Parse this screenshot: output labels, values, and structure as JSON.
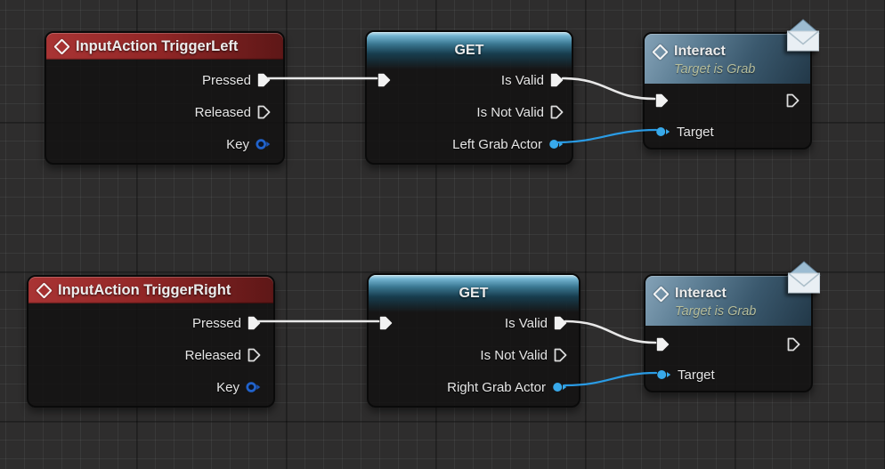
{
  "app": "unreal-blueprint-graph",
  "colors": {
    "background": "#2e2d2d",
    "event_header": "#9e2b2b",
    "get_header": "#74b5d2",
    "interact_header": "#5d7e94",
    "exec_wire": "#e8e8e8",
    "data_wire": "#2a9be4",
    "object_pin": "#38a9ea",
    "key_pin": "#2163cc",
    "subtitle_text": "#b5bd9c"
  },
  "nodes": {
    "trigger_left": {
      "title": "InputAction TriggerLeft",
      "pressed": "Pressed",
      "released": "Released",
      "key": "Key"
    },
    "get_left": {
      "title": "GET",
      "is_valid": "Is Valid",
      "is_not_valid": "Is Not Valid",
      "actor": "Left Grab Actor"
    },
    "interact_left": {
      "title": "Interact",
      "subtitle": "Target is Grab",
      "target": "Target"
    },
    "trigger_right": {
      "title": "InputAction TriggerRight",
      "pressed": "Pressed",
      "released": "Released",
      "key": "Key"
    },
    "get_right": {
      "title": "GET",
      "is_valid": "Is Valid",
      "is_not_valid": "Is Not Valid",
      "actor": "Right Grab Actor"
    },
    "interact_right": {
      "title": "Interact",
      "subtitle": "Target is Grab",
      "target": "Target"
    }
  },
  "wires": [
    {
      "from": "InputAction TriggerLeft.Pressed",
      "to": "GET.exec-in",
      "type": "exec"
    },
    {
      "from": "GET.Is Valid",
      "to": "Interact.exec-in",
      "type": "exec"
    },
    {
      "from": "GET.Left Grab Actor",
      "to": "Interact.Target",
      "type": "data"
    },
    {
      "from": "InputAction TriggerRight.Pressed",
      "to": "GET.exec-in",
      "type": "exec"
    },
    {
      "from": "GET.Is Valid",
      "to": "Interact.exec-in",
      "type": "exec"
    },
    {
      "from": "GET.Right Grab Actor",
      "to": "Interact.Target",
      "type": "data"
    }
  ]
}
